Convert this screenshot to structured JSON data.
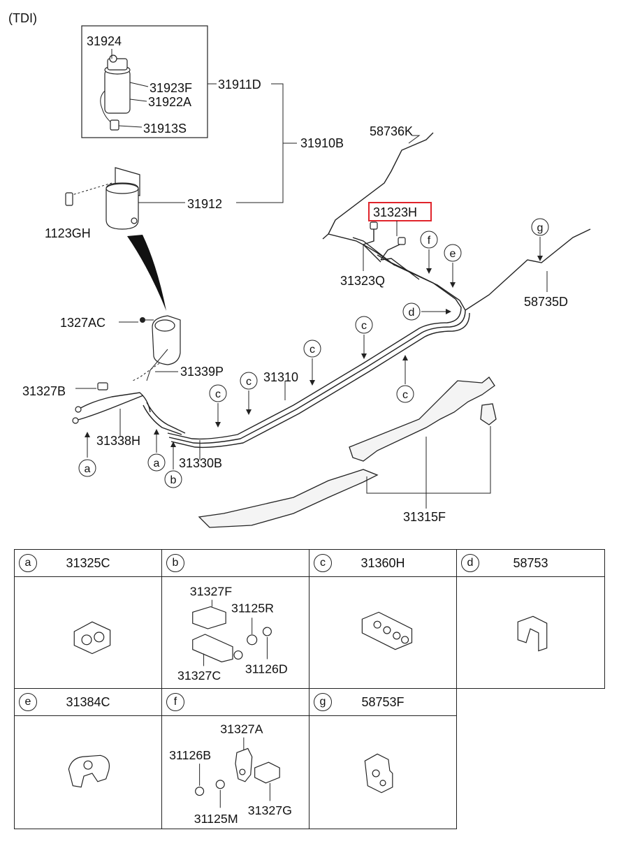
{
  "header": {
    "variant": "(TDI)"
  },
  "diagram": {
    "labels": {
      "p31924": "31924",
      "p31923F": "31923F",
      "p31922A": "31922A",
      "p31913S": "31913S",
      "p31911D": "31911D",
      "p31910B": "31910B",
      "p31912": "31912",
      "p1123GH": "1123GH",
      "p1327AC": "1327AC",
      "p31339P": "31339P",
      "p31327B": "31327B",
      "p31338H": "31338H",
      "p31330B": "31330B",
      "p31310": "31310",
      "p58736K": "58736K",
      "p31323H": "31323H",
      "p31323Q": "31323Q",
      "p58735D": "58735D",
      "p31315F": "31315F"
    },
    "highlighted_part": "31323H",
    "highlight_color": "#e0242b",
    "callout_letters": [
      "a",
      "b",
      "c",
      "d",
      "e",
      "f",
      "g"
    ]
  },
  "parts_table": {
    "cells": [
      {
        "letter": "a",
        "code": "31325C",
        "sub_labels": []
      },
      {
        "letter": "b",
        "code": "",
        "sub_labels": [
          "31327F",
          "31125R",
          "31327C",
          "31126D"
        ]
      },
      {
        "letter": "c",
        "code": "31360H",
        "sub_labels": []
      },
      {
        "letter": "d",
        "code": "58753",
        "sub_labels": []
      },
      {
        "letter": "e",
        "code": "31384C",
        "sub_labels": []
      },
      {
        "letter": "f",
        "code": "",
        "sub_labels": [
          "31327A",
          "31126B",
          "31125M",
          "31327G"
        ]
      },
      {
        "letter": "g",
        "code": "58753F",
        "sub_labels": []
      }
    ]
  }
}
